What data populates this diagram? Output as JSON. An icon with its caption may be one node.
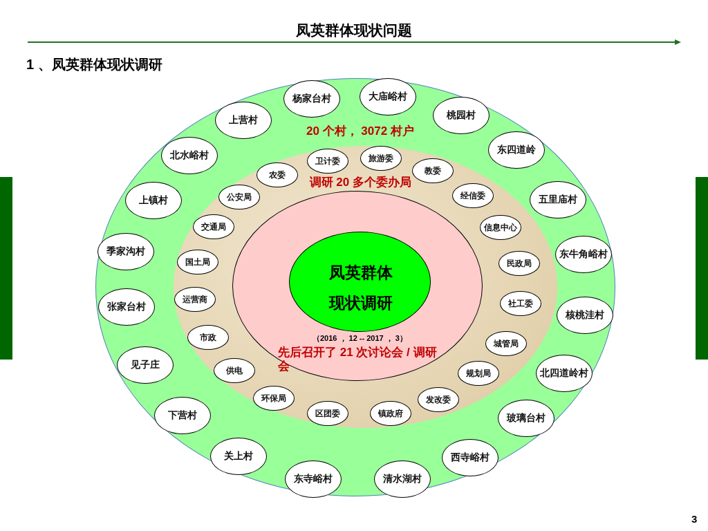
{
  "diagram": {
    "title": "凤英群体现状问题",
    "nodes": [
      {
        "text": [
          "20 个村， 3072 村户"
        ]
      },
      {
        "text": [
          "调研 20 多个委办局"
        ],
        "in": 0
      },
      {
        "text": [
          "先后召开了 21 次讨论会 / 调研会"
        ],
        "in": 1
      },
      {
        "text": [
          "凤英群体现状调研"
        ],
        "beside": [
          "（2016 ， 12 -- 2017 ， 3）"
        ],
        "in": 2
      },
      {
        "text": [
          "杨家台村"
        ],
        "in": 0
      },
      {
        "text": [
          "大庙峪村"
        ],
        "in": 0
      },
      {
        "text": [
          "桃园村"
        ],
        "in": 0
      },
      {
        "text": [
          "东四道岭"
        ],
        "in": 0
      },
      {
        "text": [
          "五里庙村"
        ],
        "in": 0
      },
      {
        "text": [
          "东牛角峪村"
        ],
        "in": 0
      },
      {
        "text": [
          "核桃洼村"
        ],
        "in": 0
      },
      {
        "text": [
          "北四道岭村"
        ],
        "in": 0
      },
      {
        "text": [
          "玻璃台村"
        ],
        "in": 0
      },
      {
        "text": [
          "西寺峪村"
        ],
        "in": 0
      },
      {
        "text": [
          "清水湖村"
        ],
        "in": 0
      },
      {
        "text": [
          "东寺峪村"
        ],
        "in": 0
      },
      {
        "text": [
          "关上村"
        ],
        "in": 0
      },
      {
        "text": [
          "下营村"
        ],
        "in": 0
      },
      {
        "text": [
          "见子庄"
        ],
        "in": 0
      },
      {
        "text": [
          "张家台村"
        ],
        "in": 0
      },
      {
        "text": [
          "季家沟村"
        ],
        "in": 0
      },
      {
        "text": [
          "上镇村"
        ],
        "in": 0
      },
      {
        "text": [
          "北水峪村"
        ],
        "in": 0
      },
      {
        "text": [
          "上营村"
        ],
        "in": 0
      },
      {
        "text": [
          "卫计委"
        ],
        "in": 1
      },
      {
        "text": [
          "旅游委"
        ],
        "in": 1
      },
      {
        "text": [
          "教委"
        ],
        "in": 1
      },
      {
        "text": [
          "经信委"
        ],
        "in": 1
      },
      {
        "text": [
          "信息中心"
        ],
        "in": 1
      },
      {
        "text": [
          "民政局"
        ],
        "in": 1
      },
      {
        "text": [
          "社工委"
        ],
        "in": 1
      },
      {
        "text": [
          "城管局"
        ],
        "in": 1
      },
      {
        "text": [
          "规划局"
        ],
        "in": 1
      },
      {
        "text": [
          "发改委"
        ],
        "in": 1
      },
      {
        "text": [
          "镇政府"
        ],
        "in": 1
      },
      {
        "text": [
          "区团委"
        ],
        "in": 1
      },
      {
        "text": [
          "环保局"
        ],
        "in": 1
      },
      {
        "text": [
          "供电"
        ],
        "in": 1
      },
      {
        "text": [
          "市政"
        ],
        "in": 1
      },
      {
        "text": [
          "运营商"
        ],
        "in": 1
      },
      {
        "text": [
          "国土局"
        ],
        "in": 1
      },
      {
        "text": [
          "交通局"
        ],
        "in": 1
      },
      {
        "text": [
          "公安局"
        ],
        "in": 1
      },
      {
        "text": [
          "农委"
        ],
        "in": 1
      }
    ],
    "labels": [
      "1 、凤英群体现状调研",
      "3"
    ]
  }
}
